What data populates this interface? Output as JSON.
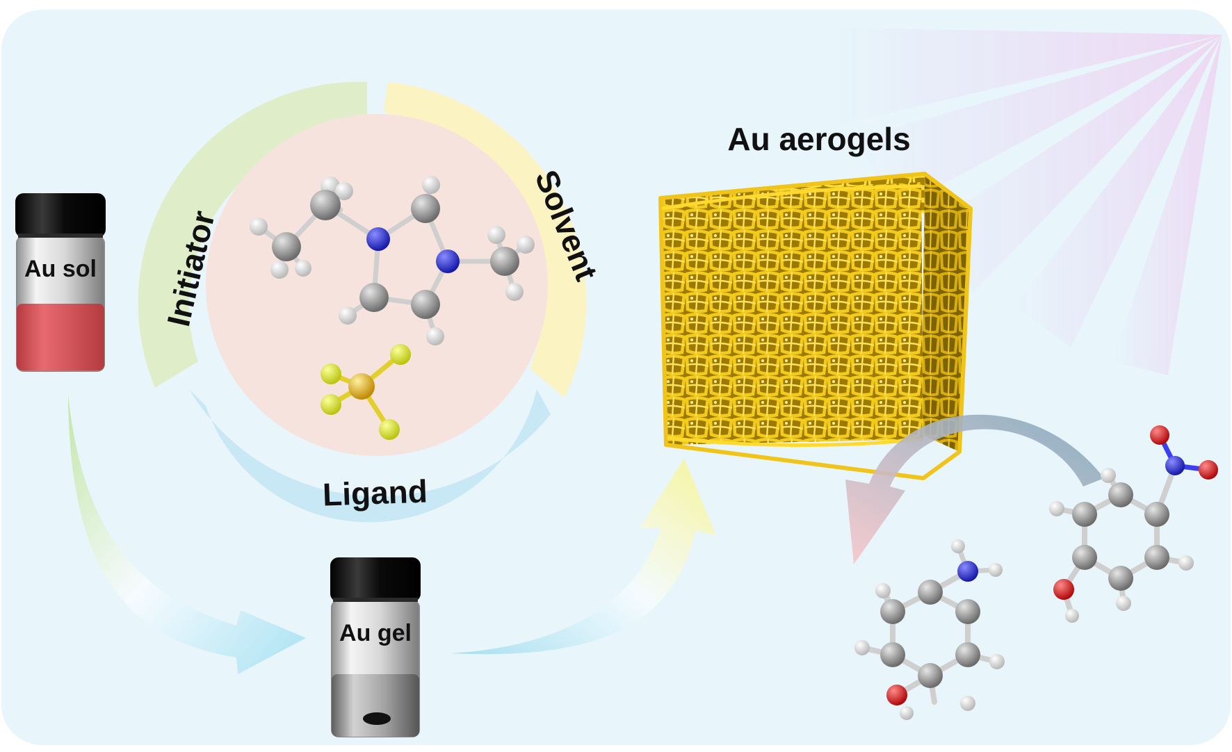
{
  "labels": {
    "au_sol": "Au sol",
    "au_gel": "Au gel",
    "au_aerogels": "Au aerogels",
    "initiator": "Initiator",
    "solvent": "Solvent",
    "ligand": "Ligand"
  },
  "colors": {
    "panel": "#e8f5fb",
    "initiator_arc": "#dfedc8",
    "solvent_arc": "#fbf4c2",
    "ligand_arc": "#c8e8f5",
    "center_disk": "#f7e3dd",
    "au_sol_liquid": "#e05a60",
    "gold_network": "#f0c418",
    "nitrogen": "#2b2fd6",
    "oxygen": "#e31b1b",
    "carbon": "#9a9a9a",
    "hydrogen": "#f2f2f2",
    "fluorine": "#e6ef3a",
    "boron": "#e6b60f"
  },
  "icons": [
    "light-rays-icon",
    "vial-icon",
    "ionic-liquid-molecule-icon",
    "gold-aerogel-cube-icon",
    "nitrophenol-molecule-icon",
    "aminophenol-molecule-icon",
    "flow-arrow-icon"
  ]
}
